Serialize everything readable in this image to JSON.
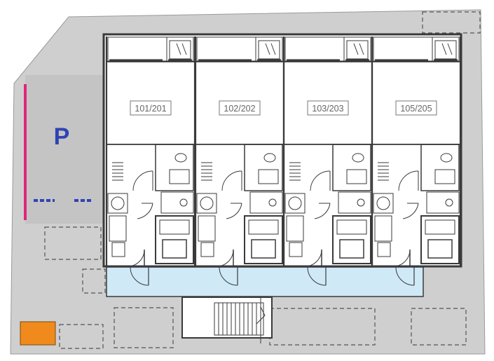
{
  "parking": {
    "label": "P",
    "label_color": "#2f43b3",
    "marker_color": "#e0267a",
    "dash_color": "#2f43b3"
  },
  "units": [
    {
      "label": "101/201"
    },
    {
      "label": "102/202"
    },
    {
      "label": "103/203"
    },
    {
      "label": "105/205"
    }
  ],
  "colors": {
    "site": "#cfcfcf",
    "wall": "#3a3a3a",
    "corridor": "#cfe9f6",
    "utility_box": "#f08a1c",
    "room": "#ffffff"
  }
}
